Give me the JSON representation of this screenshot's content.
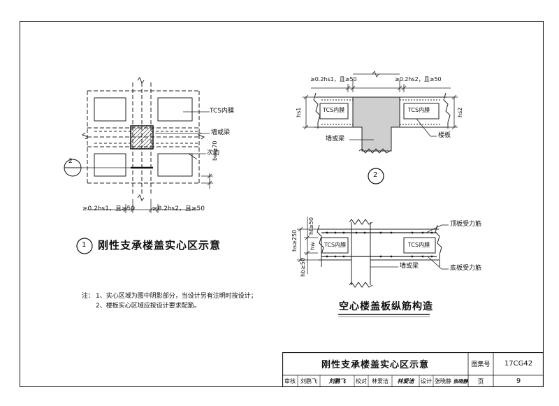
{
  "detail1": {
    "callout_number": "1",
    "title": "刚性支承楼盖实心区示意",
    "section_marker_number": "2",
    "labels": {
      "tcs": "TCS内膜",
      "wall_beam": "墙或梁",
      "rib": "次肋",
      "bw": "bw≥70",
      "dim_left": "≥0.2hs1，且≥50",
      "dim_right": "≥0.2hs2，且≥50"
    }
  },
  "detail2": {
    "number": "2",
    "labels": {
      "tcs_left": "TCS内膜",
      "tcs_right": "TCS内膜",
      "hs1": "hs1",
      "hs2": "hs2",
      "wall_beam": "墙或梁",
      "slab": "楼板",
      "dim_left": "≥0.2hs1，且≥50",
      "dim_right": "≥0.2hs2，且≥50"
    }
  },
  "detail3": {
    "title": "空心楼盖板纵筋构造",
    "labels": {
      "tcs_left": "TCS内膜",
      "tcs_right": "TCS内膜",
      "top_rebar": "顶板受力筋",
      "bottom_rebar": "底板受力筋",
      "wall_beam": "墙或梁",
      "ht": "ht≥50",
      "hs": "hs≥250",
      "hw": "hw",
      "hb": "hb≥50"
    }
  },
  "notes": {
    "prefix": "注：",
    "line1": "1、实心区域为图中阴影部分，当设计另有注明时按设计；",
    "line2": "2、楼板实心区域应按设计要求配筋。"
  },
  "title_block": {
    "drawing_title": "刚性支承楼盖实心区示意",
    "atlas_label": "图集号",
    "atlas_value": "17CG42",
    "page_label": "页",
    "page_value": "9",
    "review_label": "审核",
    "review_name": "刘鹏飞",
    "review_sig": "刘鹏飞",
    "check_label": "校对",
    "check_name": "林爱洁",
    "check_sig": "林爱洁",
    "design_label": "设计",
    "design_name": "张晓静",
    "design_sig": "张晓静"
  }
}
